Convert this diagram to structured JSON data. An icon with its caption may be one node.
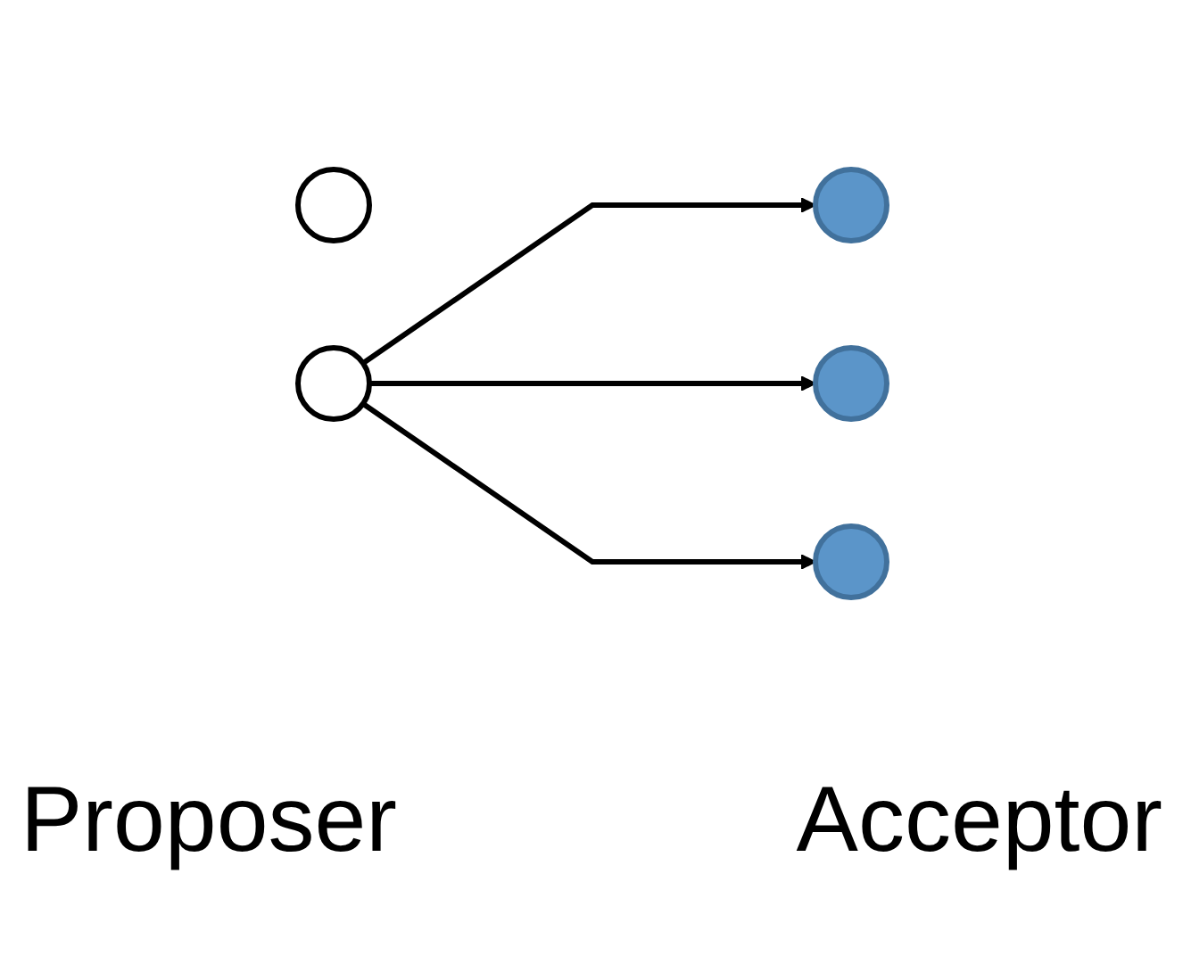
{
  "diagram": {
    "nodes": [
      {
        "text": [],
        "shape": "circle"
      },
      {
        "text": [],
        "shape": "circle"
      },
      {
        "text": [],
        "shape": "circle"
      },
      {
        "text": [],
        "shape": "circle"
      },
      {
        "text": [],
        "shape": "circle"
      }
    ],
    "edges": [
      {
        "from": 1,
        "to": 2,
        "arrow": "to"
      },
      {
        "from": 1,
        "to": 3,
        "arrow": "to"
      },
      {
        "from": 1,
        "to": 4,
        "arrow": "to"
      }
    ],
    "labels": [
      "Proposer",
      "Acceptor"
    ]
  }
}
